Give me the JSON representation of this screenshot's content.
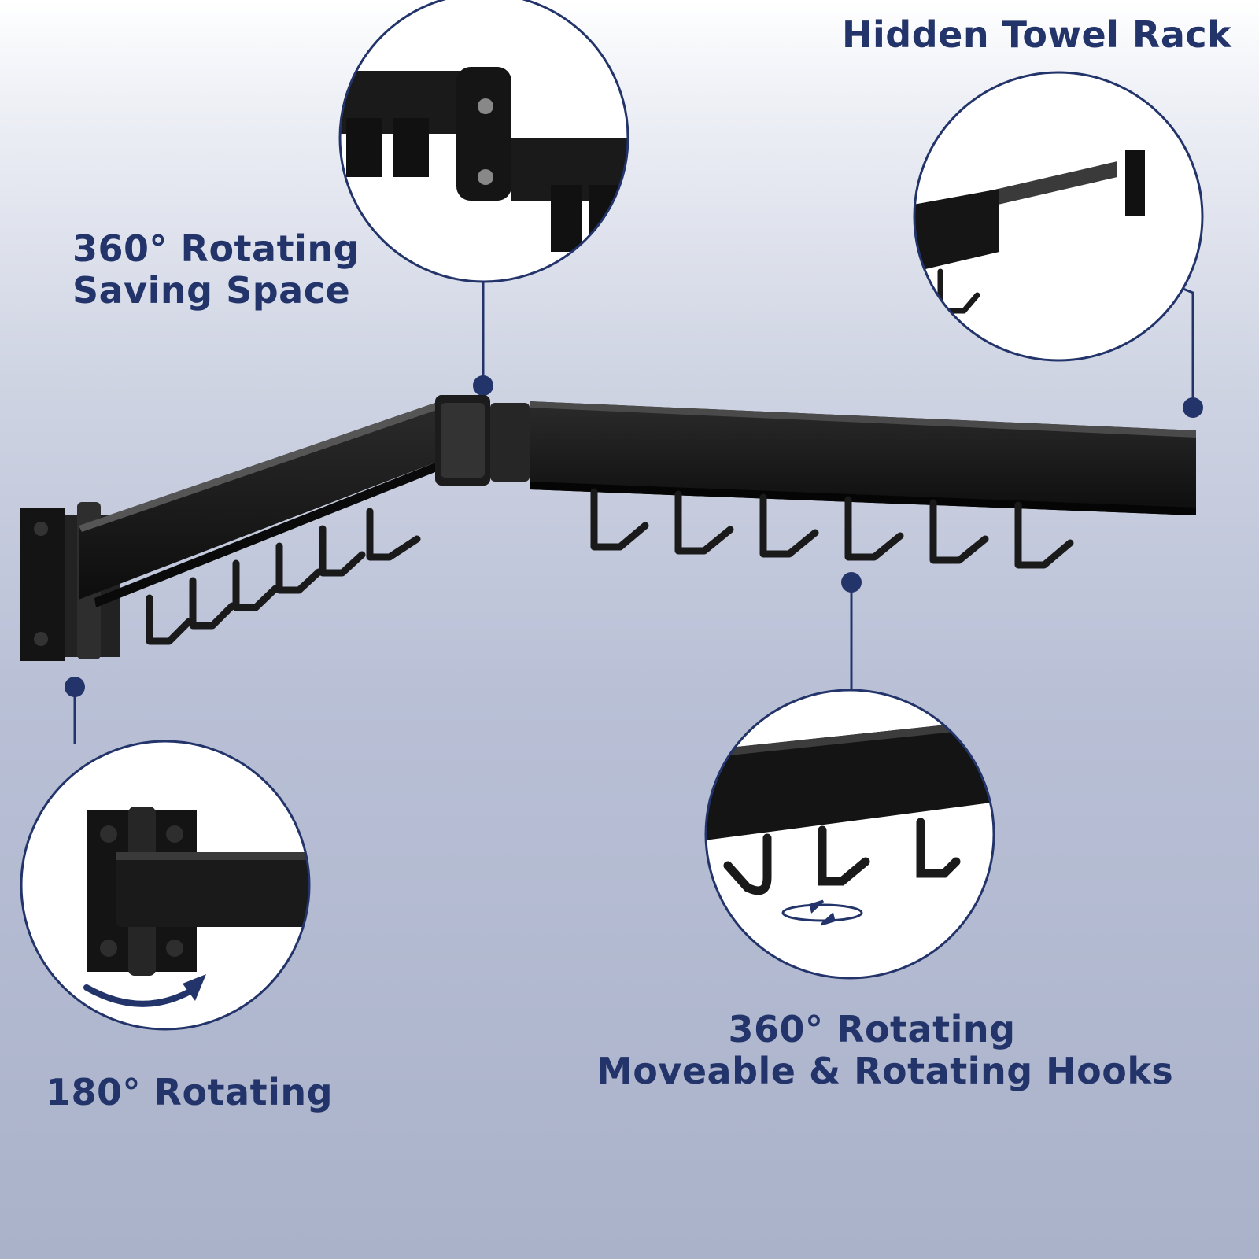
{
  "title": "Hidden Towel Rack",
  "callouts": {
    "saving_space": {
      "line1": "360° Rotating",
      "line2": "Saving Space"
    },
    "wall_mount": {
      "text": "180° Rotating"
    },
    "hooks": {
      "line1": "360° Rotating",
      "line2": "Moveable & Rotating Hooks"
    }
  },
  "colors": {
    "label": "#23346a",
    "callout_ring": "#23346a",
    "product": "#1a1a1a"
  },
  "icons": {
    "arc_arrow": "arc-arrow-icon",
    "rotate_arrows": "rotate-arrows-icon"
  }
}
